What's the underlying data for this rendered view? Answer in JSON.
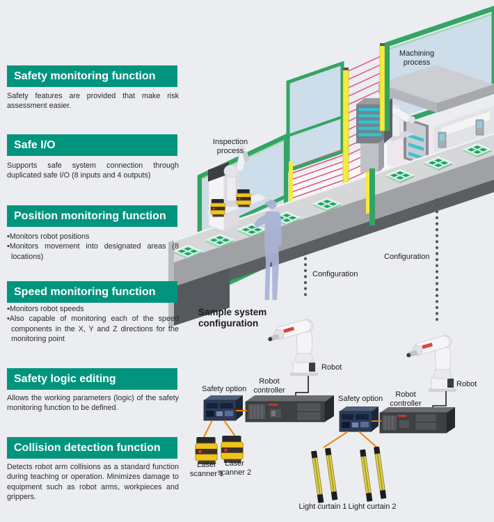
{
  "colors": {
    "header_teal": "#00947E",
    "fence_green": "#33A465",
    "safety_yellow": "#F6EA3C",
    "beam_pink": "#E2517E",
    "pallet_green": "#17A463",
    "cable_orange": "#F08300",
    "person_blue": "#A8B4D7"
  },
  "sections": [
    {
      "title": "Safety monitoring function",
      "body": "Safety features are provided that make risk assessment easier.",
      "bullets": []
    },
    {
      "title": "Safe I/O",
      "body": "Supports safe system connection through duplicated safe I/O (8 inputs and 4 outputs)",
      "bullets": []
    },
    {
      "title": "Position monitoring function",
      "body": "",
      "bullets": [
        "•Monitors robot positions",
        "•Monitors movement into designated areas (8 locations)"
      ]
    },
    {
      "title": "Speed monitoring function",
      "body": "",
      "bullets": [
        "•Monitors robot speeds",
        "•Also capable of monitoring each of the speed components in the X, Y and Z directions for the monitoring point"
      ]
    },
    {
      "title": "Safety logic editing",
      "body": "Allows the working parameters (logic) of the safety monitoring function to be defined.",
      "bullets": []
    },
    {
      "title": "Collision detection function",
      "body": "Detects robot arm collisions as a standard function during teaching or operation. Minimizes damage to equipment such as robot arms, workpieces and grippers.",
      "bullets": []
    }
  ],
  "illustration": {
    "labels": {
      "machining": "Machining\nprocess",
      "inspection": "Inspection\nprocess",
      "config_left": "Configuration",
      "config_right": "Configuration",
      "sample_title": "Sample system\nconfiguration",
      "robot1": "Robot",
      "robot2": "Robot",
      "controller1": "Robot\ncontroller",
      "controller2": "Robot\ncontroller",
      "safety1": "Safety option",
      "safety2": "Safety option",
      "laser1": "Laser\nscanner 1",
      "laser2": "Laser\nscanner 2",
      "curtain1": "Light curtain 1",
      "curtain2": "Light curtain 2"
    }
  }
}
